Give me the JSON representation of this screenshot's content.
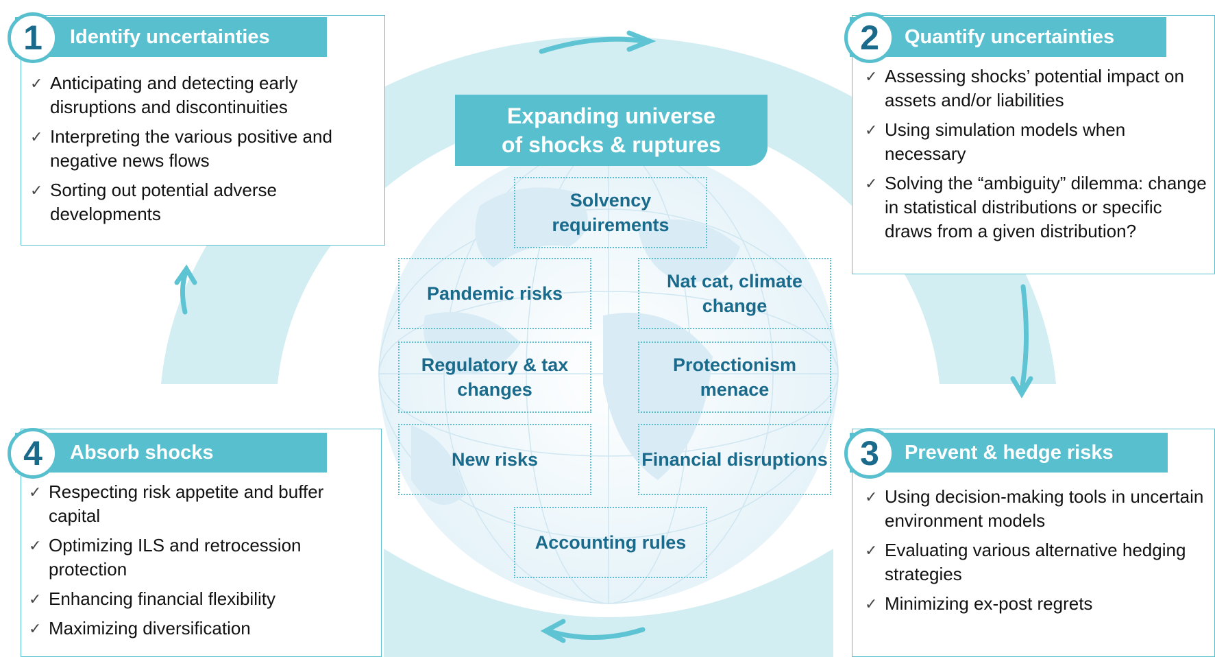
{
  "center": {
    "title_line1": "Expanding universe",
    "title_line2": "of shocks & ruptures"
  },
  "risks": [
    "Solvency requirements",
    "Pandemic risks",
    "Nat cat, climate change",
    "Regulatory & tax changes",
    "Protectionism menace",
    "New risks",
    "Financial disruptions",
    "Accounting rules"
  ],
  "steps": [
    {
      "number": "1",
      "title": "Identify uncertainties",
      "items": [
        "Anticipating and detecting early disruptions and discontinuities",
        "Interpreting the various positive and negative news flows",
        "Sorting out potential adverse developments"
      ]
    },
    {
      "number": "2",
      "title": "Quantify uncertainties",
      "items": [
        "Assessing shocks’ potential impact on assets and/or liabilities",
        "Using simulation models when necessary",
        "Solving the “ambiguity” dilemma: change in statistical distributions or specific draws from a given distribution?"
      ]
    },
    {
      "number": "3",
      "title": "Prevent & hedge risks",
      "items": [
        "Using decision-making tools  in uncertain environment models",
        "Evaluating various alternative hedging strategies",
        "Minimizing ex-post regrets"
      ]
    },
    {
      "number": "4",
      "title": "Absorb shocks",
      "items": [
        "Respecting risk appetite and buffer capital",
        "Optimizing ILS and retrocession protection",
        "Enhancing financial flexibility",
        "Maximizing diversification"
      ]
    }
  ],
  "colors": {
    "accent": "#58bfcf",
    "ring": "#d3eef2",
    "number_text": "#1a6a8c",
    "risk_text": "#1a6a8c"
  },
  "icons": {
    "check": "checkmark-icon",
    "cycle_arrows": "arrow-icon"
  }
}
